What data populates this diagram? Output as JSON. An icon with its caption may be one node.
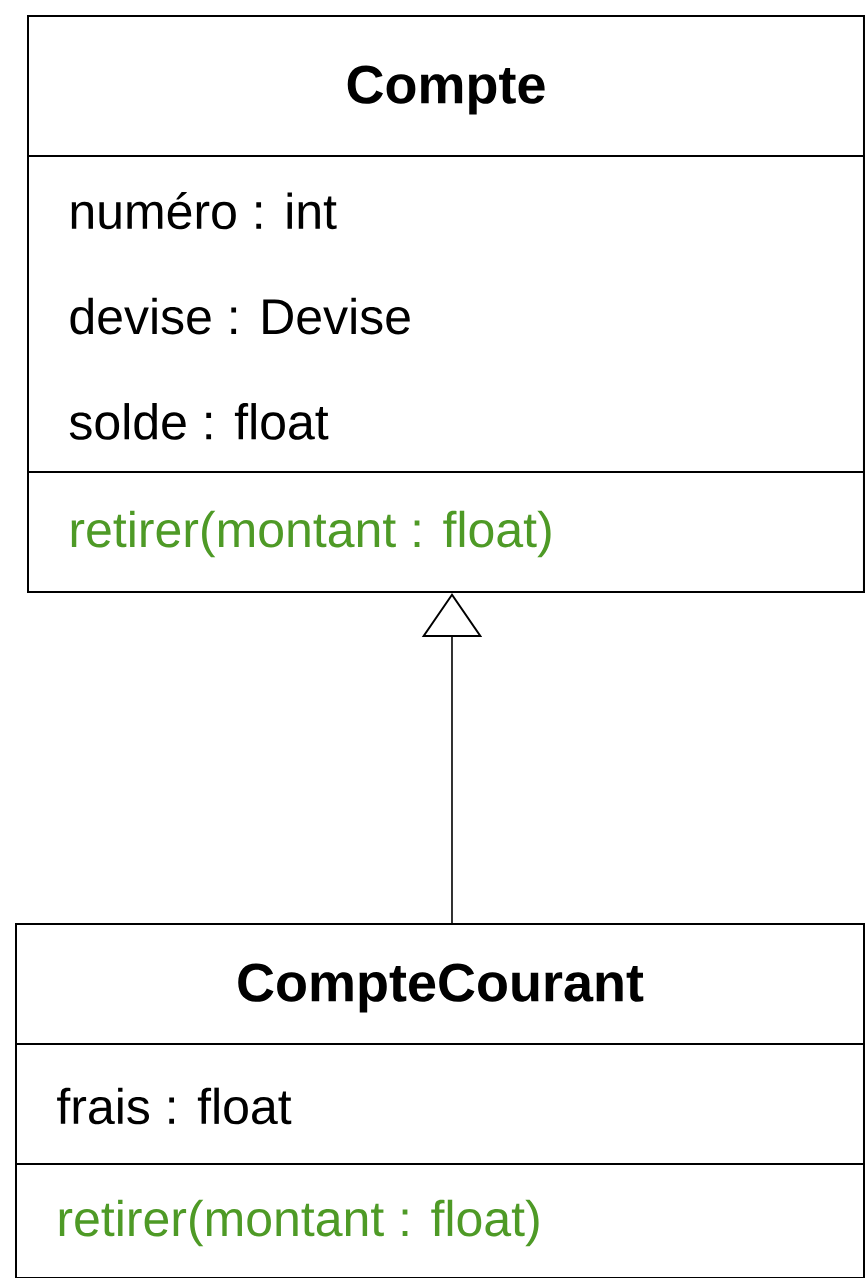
{
  "diagram": {
    "nodes": [
      {
        "text": [
          "Compte"
        ]
      },
      {
        "text": [
          "numéro : int",
          "devise : Devise",
          "solde : float"
        ],
        "in": 0
      },
      {
        "text": [
          "retirer(montant : float)"
        ],
        "in": 0
      },
      {
        "text": [
          "CompteCourant"
        ]
      },
      {
        "text": [
          "frais : float"
        ],
        "in": 3
      },
      {
        "text": [
          "retirer(montant : float)"
        ],
        "in": 3
      }
    ],
    "edges": [
      {
        "from": 3,
        "to": 0,
        "arrow": "to"
      }
    ]
  }
}
